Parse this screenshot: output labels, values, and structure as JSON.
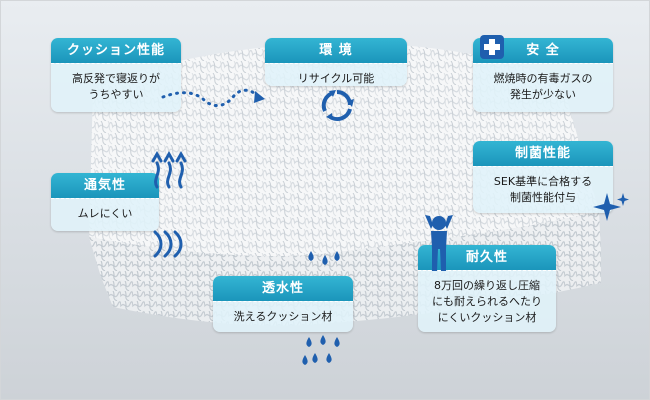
{
  "colors": {
    "header_top": "#33b5d3",
    "header_bottom": "#1b95bb",
    "card_body": "#e0f3f9",
    "accent_blue": "#1f5fae"
  },
  "cards": [
    {
      "title": "クッション性能",
      "lines": [
        "高反発で寝返りが",
        "うちやすい"
      ]
    },
    {
      "title": "環 境",
      "lines": [
        "リサイクル可能"
      ]
    },
    {
      "title": "安 全",
      "lines": [
        "燃焼時の有毒ガスの",
        "発生が少ない"
      ]
    },
    {
      "title": "制菌性能",
      "lines": [
        "SEK基準に合格する",
        "制菌性能付与"
      ]
    },
    {
      "title": "通気性",
      "lines": [
        "ムレにくい"
      ]
    },
    {
      "title": "耐久性",
      "lines": [
        "8万回の繰り返し圧縮",
        "にも耐えられるへたり",
        "にくいクッション材"
      ]
    },
    {
      "title": "透水性",
      "lines": [
        "洗えるクッション材"
      ]
    }
  ],
  "icons": [
    "cross-icon",
    "recycle-icon",
    "sparkle-icon",
    "wind-up-icon",
    "wind-side-icon",
    "water-drops-icon",
    "person-icon",
    "dotted-arrow-icon"
  ]
}
